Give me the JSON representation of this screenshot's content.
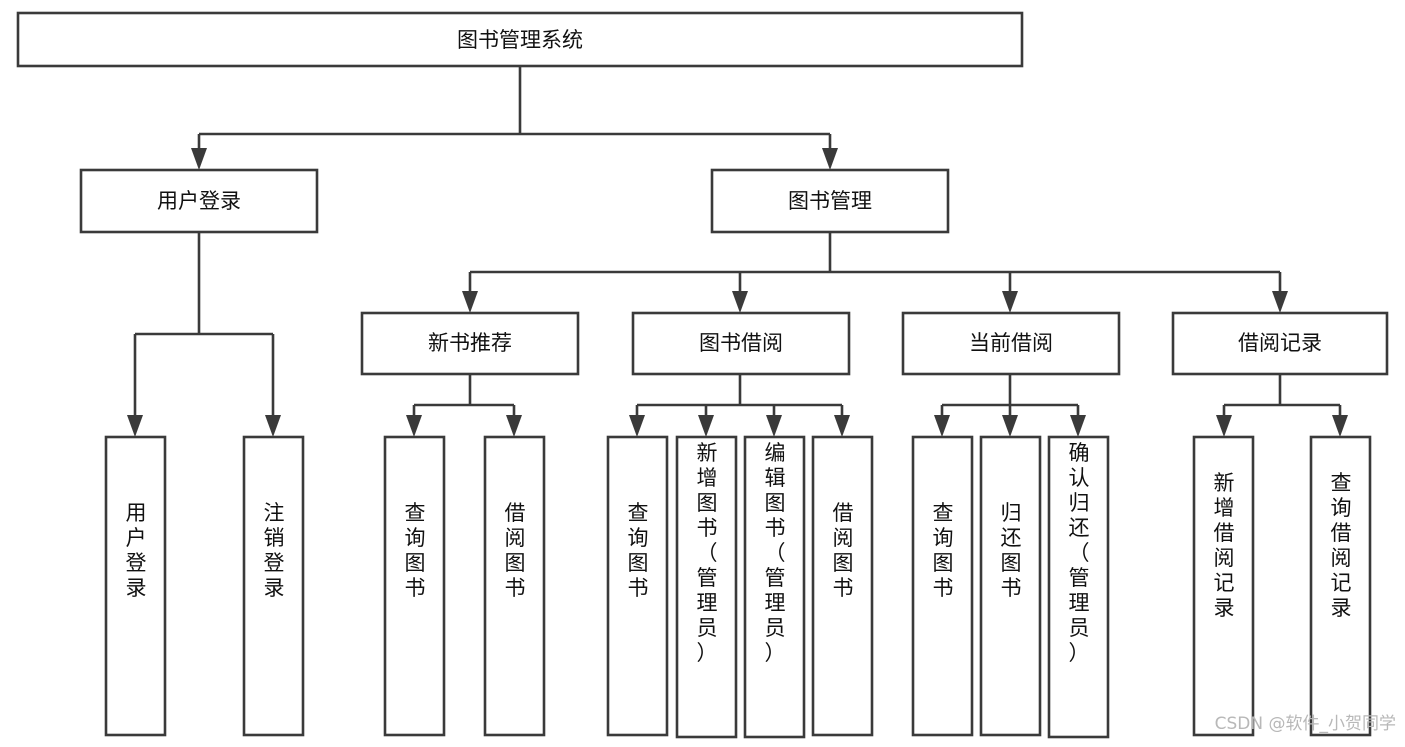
{
  "diagram": {
    "type": "tree-hierarchy",
    "title": "图书管理系统",
    "orientation": "top-down",
    "levels": 4,
    "nodes": {
      "root": {
        "label": "图书管理系统",
        "level": 1
      },
      "user_login": {
        "label": "用户登录",
        "level": 2
      },
      "book_manage": {
        "label": "图书管理",
        "level": 2
      },
      "new_book_rec": {
        "label": "新书推荐",
        "level": 3
      },
      "book_borrow": {
        "label": "图书借阅",
        "level": 3
      },
      "current_borrow": {
        "label": "当前借阅",
        "level": 3
      },
      "borrow_record": {
        "label": "借阅记录",
        "level": 3
      },
      "leaf_user_login": {
        "label": "用户登录",
        "level": 4
      },
      "leaf_logout": {
        "label": "注销登录",
        "level": 4
      },
      "leaf_query_book_1": {
        "label": "查询图书",
        "level": 4
      },
      "leaf_borrow_book_1": {
        "label": "借阅图书",
        "level": 4
      },
      "leaf_query_book_2": {
        "label": "查询图书",
        "level": 4
      },
      "leaf_add_book": {
        "label": "新增图书（管理员）",
        "level": 4
      },
      "leaf_edit_book": {
        "label": "编辑图书（管理员）",
        "level": 4
      },
      "leaf_borrow_book_2": {
        "label": "借阅图书",
        "level": 4
      },
      "leaf_query_book_3": {
        "label": "查询图书",
        "level": 4
      },
      "leaf_return_book": {
        "label": "归还图书",
        "level": 4
      },
      "leaf_confirm_return": {
        "label": "确认归还（管理员）",
        "level": 4
      },
      "leaf_add_record": {
        "label": "新增借阅记录",
        "level": 4
      },
      "leaf_query_record": {
        "label": "查询借阅记录",
        "level": 4
      }
    },
    "edges": [
      {
        "from": "root",
        "to": "user_login"
      },
      {
        "from": "root",
        "to": "book_manage"
      },
      {
        "from": "user_login",
        "to": "leaf_user_login"
      },
      {
        "from": "user_login",
        "to": "leaf_logout"
      },
      {
        "from": "book_manage",
        "to": "new_book_rec"
      },
      {
        "from": "book_manage",
        "to": "book_borrow"
      },
      {
        "from": "book_manage",
        "to": "current_borrow"
      },
      {
        "from": "book_manage",
        "to": "borrow_record"
      },
      {
        "from": "new_book_rec",
        "to": "leaf_query_book_1"
      },
      {
        "from": "new_book_rec",
        "to": "leaf_borrow_book_1"
      },
      {
        "from": "book_borrow",
        "to": "leaf_query_book_2"
      },
      {
        "from": "book_borrow",
        "to": "leaf_add_book"
      },
      {
        "from": "book_borrow",
        "to": "leaf_edit_book"
      },
      {
        "from": "book_borrow",
        "to": "leaf_borrow_book_2"
      },
      {
        "from": "current_borrow",
        "to": "leaf_query_book_3"
      },
      {
        "from": "current_borrow",
        "to": "leaf_return_book"
      },
      {
        "from": "current_borrow",
        "to": "leaf_confirm_return"
      },
      {
        "from": "borrow_record",
        "to": "leaf_add_record"
      },
      {
        "from": "borrow_record",
        "to": "leaf_query_record"
      }
    ]
  },
  "watermark": {
    "text": "CSDN @软件_小贺同学"
  },
  "colors": {
    "box_stroke": "#3a3a3a",
    "box_fill": "#ffffff",
    "text": "#111111",
    "background": "#ffffff",
    "watermark": "#b8b8b8"
  }
}
